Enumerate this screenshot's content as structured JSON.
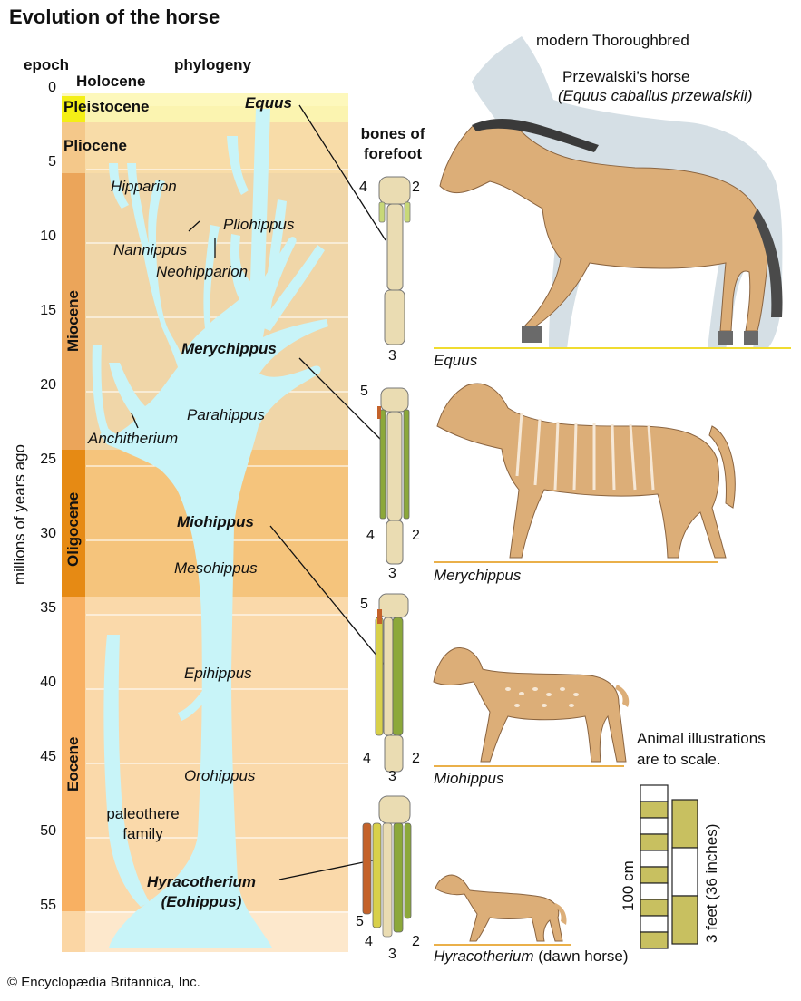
{
  "title": "Evolution of the horse",
  "headers": {
    "epoch": "epoch",
    "phylogeny": "phylogeny",
    "bones_line1": "bones of",
    "bones_line2": "forefoot"
  },
  "axis": {
    "label": "millions of years ago",
    "ticks": [
      "0",
      "5",
      "10",
      "15",
      "20",
      "25",
      "30",
      "35",
      "40",
      "45",
      "50",
      "55"
    ]
  },
  "epochs": {
    "holocene": "Holocene",
    "pleistocene": "Pleistocene",
    "pliocene": "Pliocene",
    "miocene": "Miocene",
    "oligocene": "Oligocene",
    "eocene": "Eocene"
  },
  "genera": {
    "equus": "Equus",
    "hipparion": "Hipparion",
    "pliohippus": "Pliohippus",
    "nannippus": "Nannippus",
    "neohipparion": "Neohipparion",
    "merychippus": "Merychippus",
    "parahippus": "Parahippus",
    "anchitherium": "Anchitherium",
    "miohippus": "Miohippus",
    "mesohippus": "Mesohippus",
    "epihippus": "Epihippus",
    "orohippus": "Orohippus",
    "paleothere_1": "paleothere",
    "paleothere_2": "family",
    "hyracotherium": "Hyracotherium",
    "eohippus": "(Eohippus)"
  },
  "digits": {
    "two": "2",
    "three": "3",
    "four": "4",
    "five": "5"
  },
  "animals": {
    "thoroughbred": "modern Thoroughbred",
    "przewalski": "Przewalski’s horse",
    "przewalski_latin": "(Equus caballus przewalskii)",
    "equus": "Equus",
    "merychippus": "Merychippus",
    "miohippus": "Miohippus",
    "hyracotherium": "Hyracotherium",
    "dawn_horse": " (dawn horse)"
  },
  "scale": {
    "note_line1": "Animal illustrations",
    "note_line2": "are to scale.",
    "cm": "100 cm",
    "feet": "3 feet (36 inches)"
  },
  "credit": "© Encyclopædia Britannica, Inc.",
  "colors": {
    "phylogeny": "#c8f4f8",
    "holocene_band": "#fdf8bc",
    "pliocene_band": "#f8dca8",
    "miocene_band": "#f0d6a8",
    "oligocene_band": "#f5c47c",
    "eocene_band": "#fad9aa",
    "miocene_bar": "#eba55a",
    "oligocene_bar": "#e68a14",
    "eocene_bar": "#f8b062",
    "pleistocene_bar": "#f4ef16",
    "horse_body": "#dcae78",
    "ground": "#eab04a",
    "bone": "#eadcb2",
    "digit_green": "#8ca83a",
    "digit_red": "#c4622a",
    "thoroughbred_silhouette": "#d5dfe5"
  }
}
